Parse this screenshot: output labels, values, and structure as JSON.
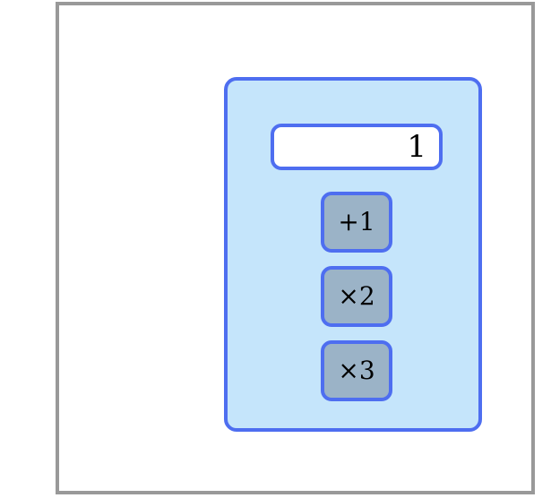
{
  "display": {
    "value": "1"
  },
  "buttons": [
    {
      "label": "+1"
    },
    {
      "label": "×2"
    },
    {
      "label": "×3"
    }
  ],
  "colors": {
    "frame_border": "#999999",
    "accent_border": "#4e6ef0",
    "panel_background": "#c5e5fb",
    "button_background": "#9bb3c7",
    "display_background": "#ffffff"
  }
}
